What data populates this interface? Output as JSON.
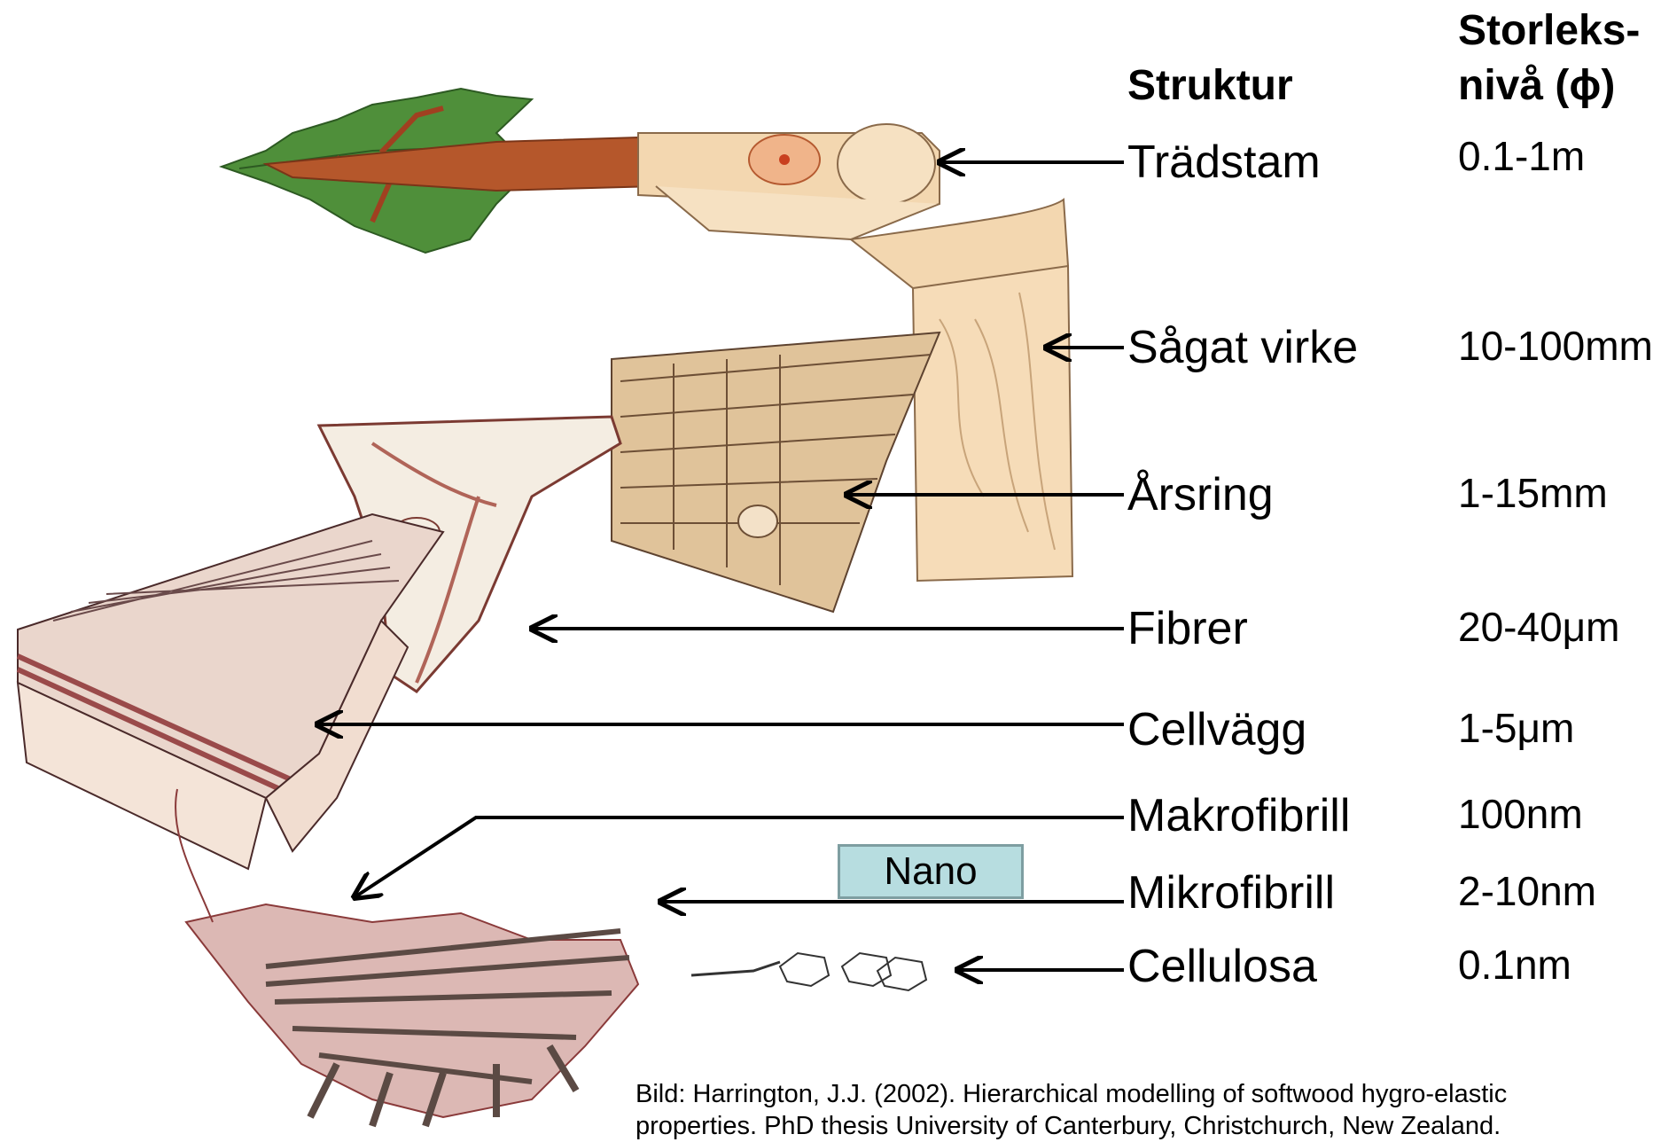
{
  "headers": {
    "structure": "Struktur",
    "size_line1": "Storleks-",
    "size_line2": "nivå (ϕ)"
  },
  "rows": [
    {
      "structure": "Trädstam",
      "size": "0.1-1m"
    },
    {
      "structure": "Sågat virke",
      "size": "10-100mm"
    },
    {
      "structure": "Årsring",
      "size": "1-15mm"
    },
    {
      "structure": "Fibrer",
      "size": "20-40μm"
    },
    {
      "structure": "Cellvägg",
      "size": "1-5μm"
    },
    {
      "structure": "Makrofibrill",
      "size": "100nm"
    },
    {
      "structure": "Mikrofibrill",
      "size": "2-10nm"
    },
    {
      "structure": "Cellulosa",
      "size": "0.1nm"
    }
  ],
  "nano_label": "Nano",
  "citation_line1": "Bild: Harrington, J.J. (2002). Hierarchical modelling of softwood hygro-elastic",
  "citation_line2": "properties. PhD thesis University of Canterbury, Christchurch, New Zealand.",
  "colors": {
    "leaf": "#4f8f3a",
    "trunk": "#b5572b",
    "wood": "#f3d7b0",
    "cell": "#e8cdb8",
    "cellwall": "#9a4a4a",
    "nano_box": "#b7dde0"
  }
}
